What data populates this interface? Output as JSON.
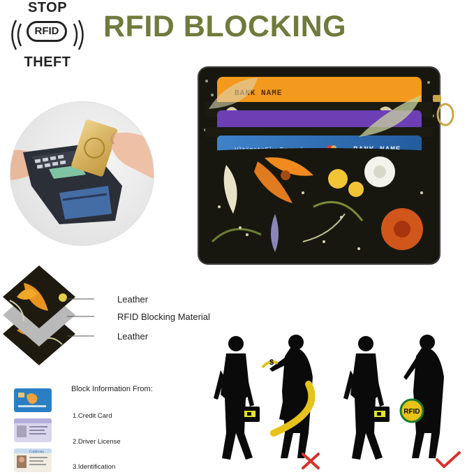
{
  "badge": {
    "top": "STOP",
    "middle": "RFID",
    "bottom": "THEFT"
  },
  "title": "RFID BLOCKING",
  "wallet": {
    "card1_text": "BANK NAME",
    "card3_text_left": "UltimateFly Reward",
    "card3_text_right": "BANK NAME"
  },
  "layers": [
    {
      "label": "Leather"
    },
    {
      "label": "RFID Blocking Material"
    },
    {
      "label": "Leather"
    }
  ],
  "info": {
    "heading": "Block Information From:",
    "items": [
      {
        "label": "1.Credit Card"
      },
      {
        "label": "2.Driver License"
      },
      {
        "label": "3.Identification"
      }
    ],
    "license_state": "California"
  },
  "scene": {
    "rfid_badge": "RFID",
    "left_result": "cross",
    "right_result": "check"
  },
  "colors": {
    "title": "#6f7a3c",
    "card_orange": "#f39a1e",
    "card_purple": "#6c3fb5",
    "card_blue": "#2d6fb8",
    "cross": "#d9312b",
    "check": "#d9312b",
    "rfid_yellow": "#e6c21a"
  }
}
